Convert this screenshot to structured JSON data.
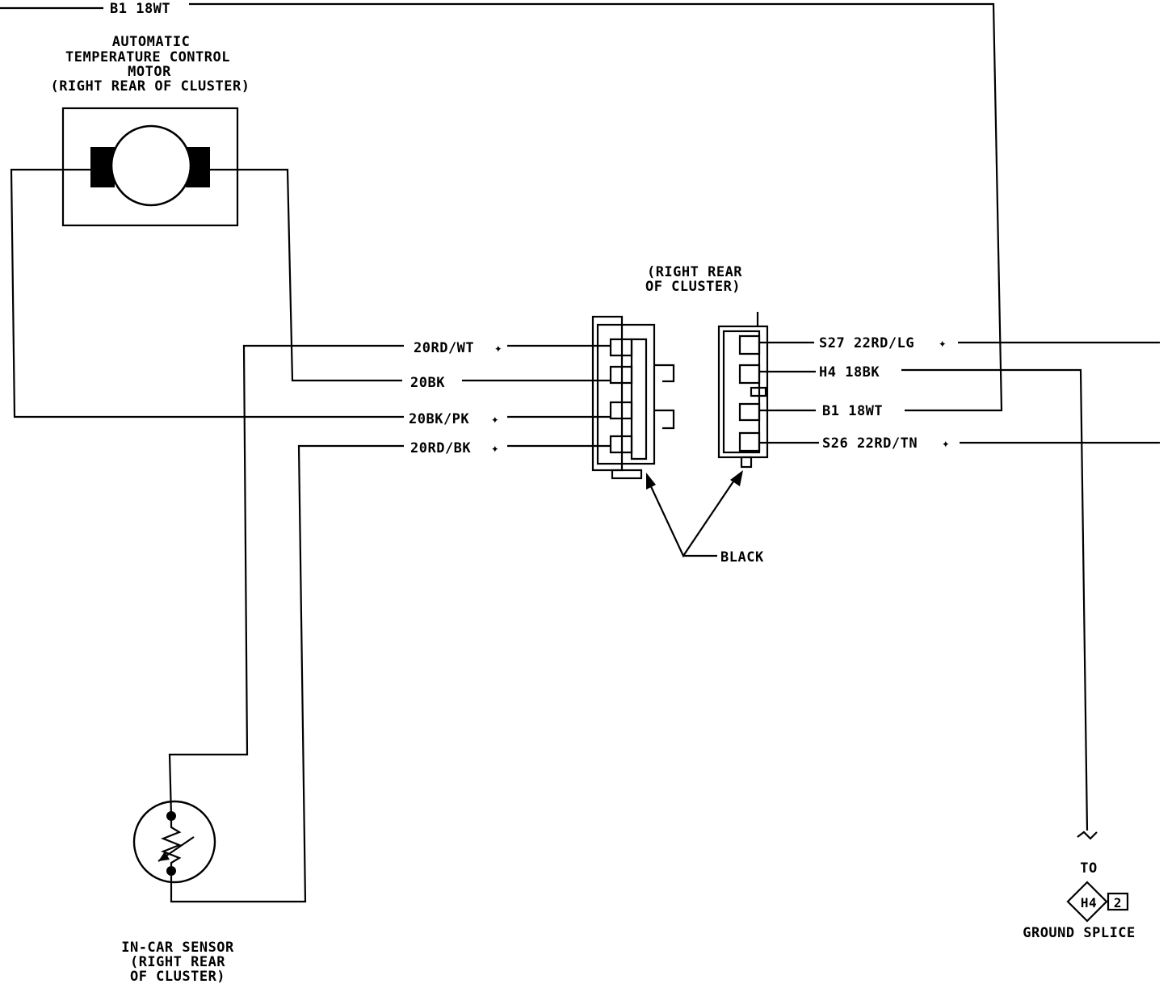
{
  "labels": {
    "motor_title_1": "AUTOMATIC",
    "motor_title_2": "TEMPERATURE CONTROL",
    "motor_title_3": "MOTOR",
    "motor_title_4": "(RIGHT REAR OF CLUSTER)",
    "top_wire": "B1 18WT",
    "connector_loc_1": "(RIGHT REAR",
    "connector_loc_2": "OF CLUSTER)",
    "black": "BLACK",
    "sensor_title_1": "IN-CAR SENSOR",
    "sensor_title_2": "(RIGHT REAR",
    "sensor_title_3": "OF CLUSTER)",
    "to": "TO",
    "splice_id": "H4",
    "splice_num": "2",
    "ground_splice": "GROUND SPLICE"
  },
  "left_wires": [
    {
      "label": "20RD/WT",
      "star": true
    },
    {
      "label": "20BK",
      "star": false
    },
    {
      "label": "20BK/PK",
      "star": true
    },
    {
      "label": "20RD/BK",
      "star": true
    }
  ],
  "right_wires": [
    {
      "label": "S27 22RD/LG",
      "star": true
    },
    {
      "label": "H4 18BK",
      "star": false
    },
    {
      "label": "B1 18WT",
      "star": false
    },
    {
      "label": "S26 22RD/TN",
      "star": true
    }
  ]
}
